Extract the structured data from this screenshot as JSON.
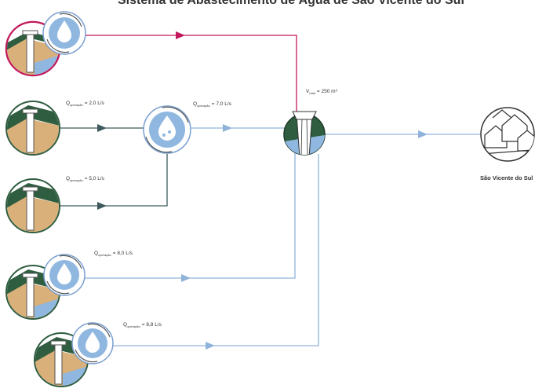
{
  "title": "Sistema de Abastecimento de Água de São Vicente do Sul",
  "labels": {
    "q_main": "Q",
    "q_sub": "operação",
    "q1": "= 2,0 L/s",
    "q2": "= 5,0 L/s",
    "q3": "= 7,0 L/s",
    "q4": "= 8,0 L/s",
    "q5": "= 8,8 L/s",
    "v_main": "V",
    "v_sub": "total",
    "v_value": "= 250 m³",
    "city": "São Vicente do Sul"
  },
  "colors": {
    "red_line": "#c2185b",
    "dark_line": "#3d5a5c",
    "blue_line": "#8fb3d9",
    "water_blue": "#8fb7e0",
    "grass_green": "#2f5d40",
    "soil": "#d9b07a"
  }
}
